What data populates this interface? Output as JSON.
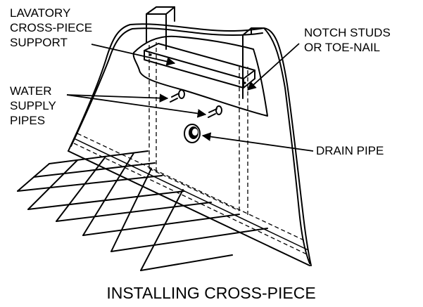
{
  "labels": {
    "lavatory": [
      "LAVATORY",
      "CROSS-PIECE",
      "SUPPORT"
    ],
    "notch": [
      "NOTCH STUDS",
      "OR TOE-NAIL"
    ],
    "water": [
      "WATER",
      "SUPPLY",
      "PIPES"
    ],
    "drain": "DRAIN PIPE"
  },
  "caption": "INSTALLING CROSS-PIECE",
  "colors": {
    "ink": "#000000",
    "background": "#ffffff"
  }
}
